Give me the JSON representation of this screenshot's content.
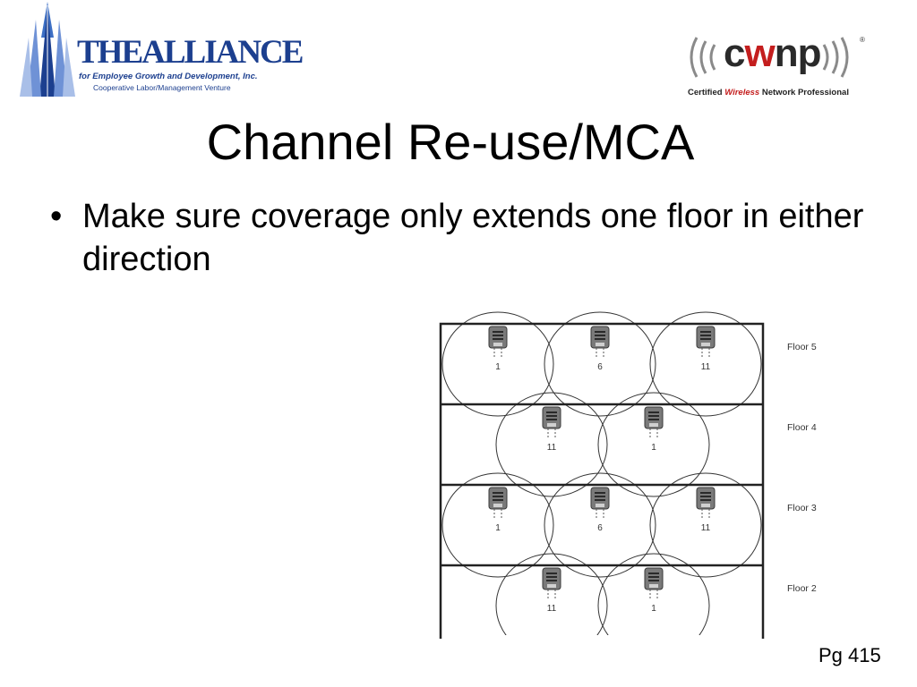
{
  "logos": {
    "left": {
      "wordmark": "THEALLIANCE",
      "tagline": "for Employee Growth and Development, Inc.",
      "subtagline": "Cooperative Labor/Management Venture",
      "brand_color": "#1c3f8f"
    },
    "right": {
      "mark_prefix": "c",
      "mark_accent": "w",
      "mark_suffix": "np",
      "registered": "®",
      "subtitle_before": "Certified ",
      "subtitle_accent": "Wireless",
      "subtitle_after": " Network Professional",
      "accent_color": "#c41e1e"
    }
  },
  "slide": {
    "title": "Channel Re-use/MCA",
    "bullets": [
      {
        "symbol": "•",
        "text": "Make sure coverage only extends one floor in either direction"
      }
    ],
    "page_number": "Pg 415"
  },
  "diagram": {
    "floors": [
      {
        "label": "Floor 5",
        "aps": [
          "1",
          "6",
          "11"
        ],
        "layout": "three"
      },
      {
        "label": "Floor 4",
        "aps": [
          "11",
          "1"
        ],
        "layout": "two"
      },
      {
        "label": "Floor 3",
        "aps": [
          "1",
          "6",
          "11"
        ],
        "layout": "three"
      },
      {
        "label": "Floor 2",
        "aps": [
          "11",
          "1"
        ],
        "layout": "two"
      }
    ]
  }
}
